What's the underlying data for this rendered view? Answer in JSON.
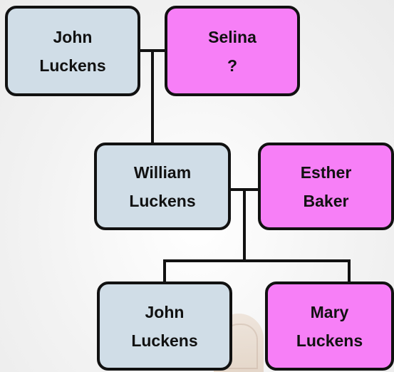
{
  "tree": {
    "generation_1": {
      "father": {
        "first_name": "John",
        "last_name": "Luckens"
      },
      "mother": {
        "first_name": "Selina",
        "last_name": "?"
      }
    },
    "generation_2": {
      "father": {
        "first_name": "William",
        "last_name": "Luckens"
      },
      "mother": {
        "first_name": "Esther",
        "last_name": "Baker"
      }
    },
    "generation_3": {
      "son": {
        "first_name": "John",
        "last_name": "Luckens"
      },
      "daughter": {
        "first_name": "Mary",
        "last_name": "Luckens"
      }
    }
  },
  "colors": {
    "male_fill": "#d0dde7",
    "female_fill": "#f77ff7",
    "border": "#111111"
  }
}
